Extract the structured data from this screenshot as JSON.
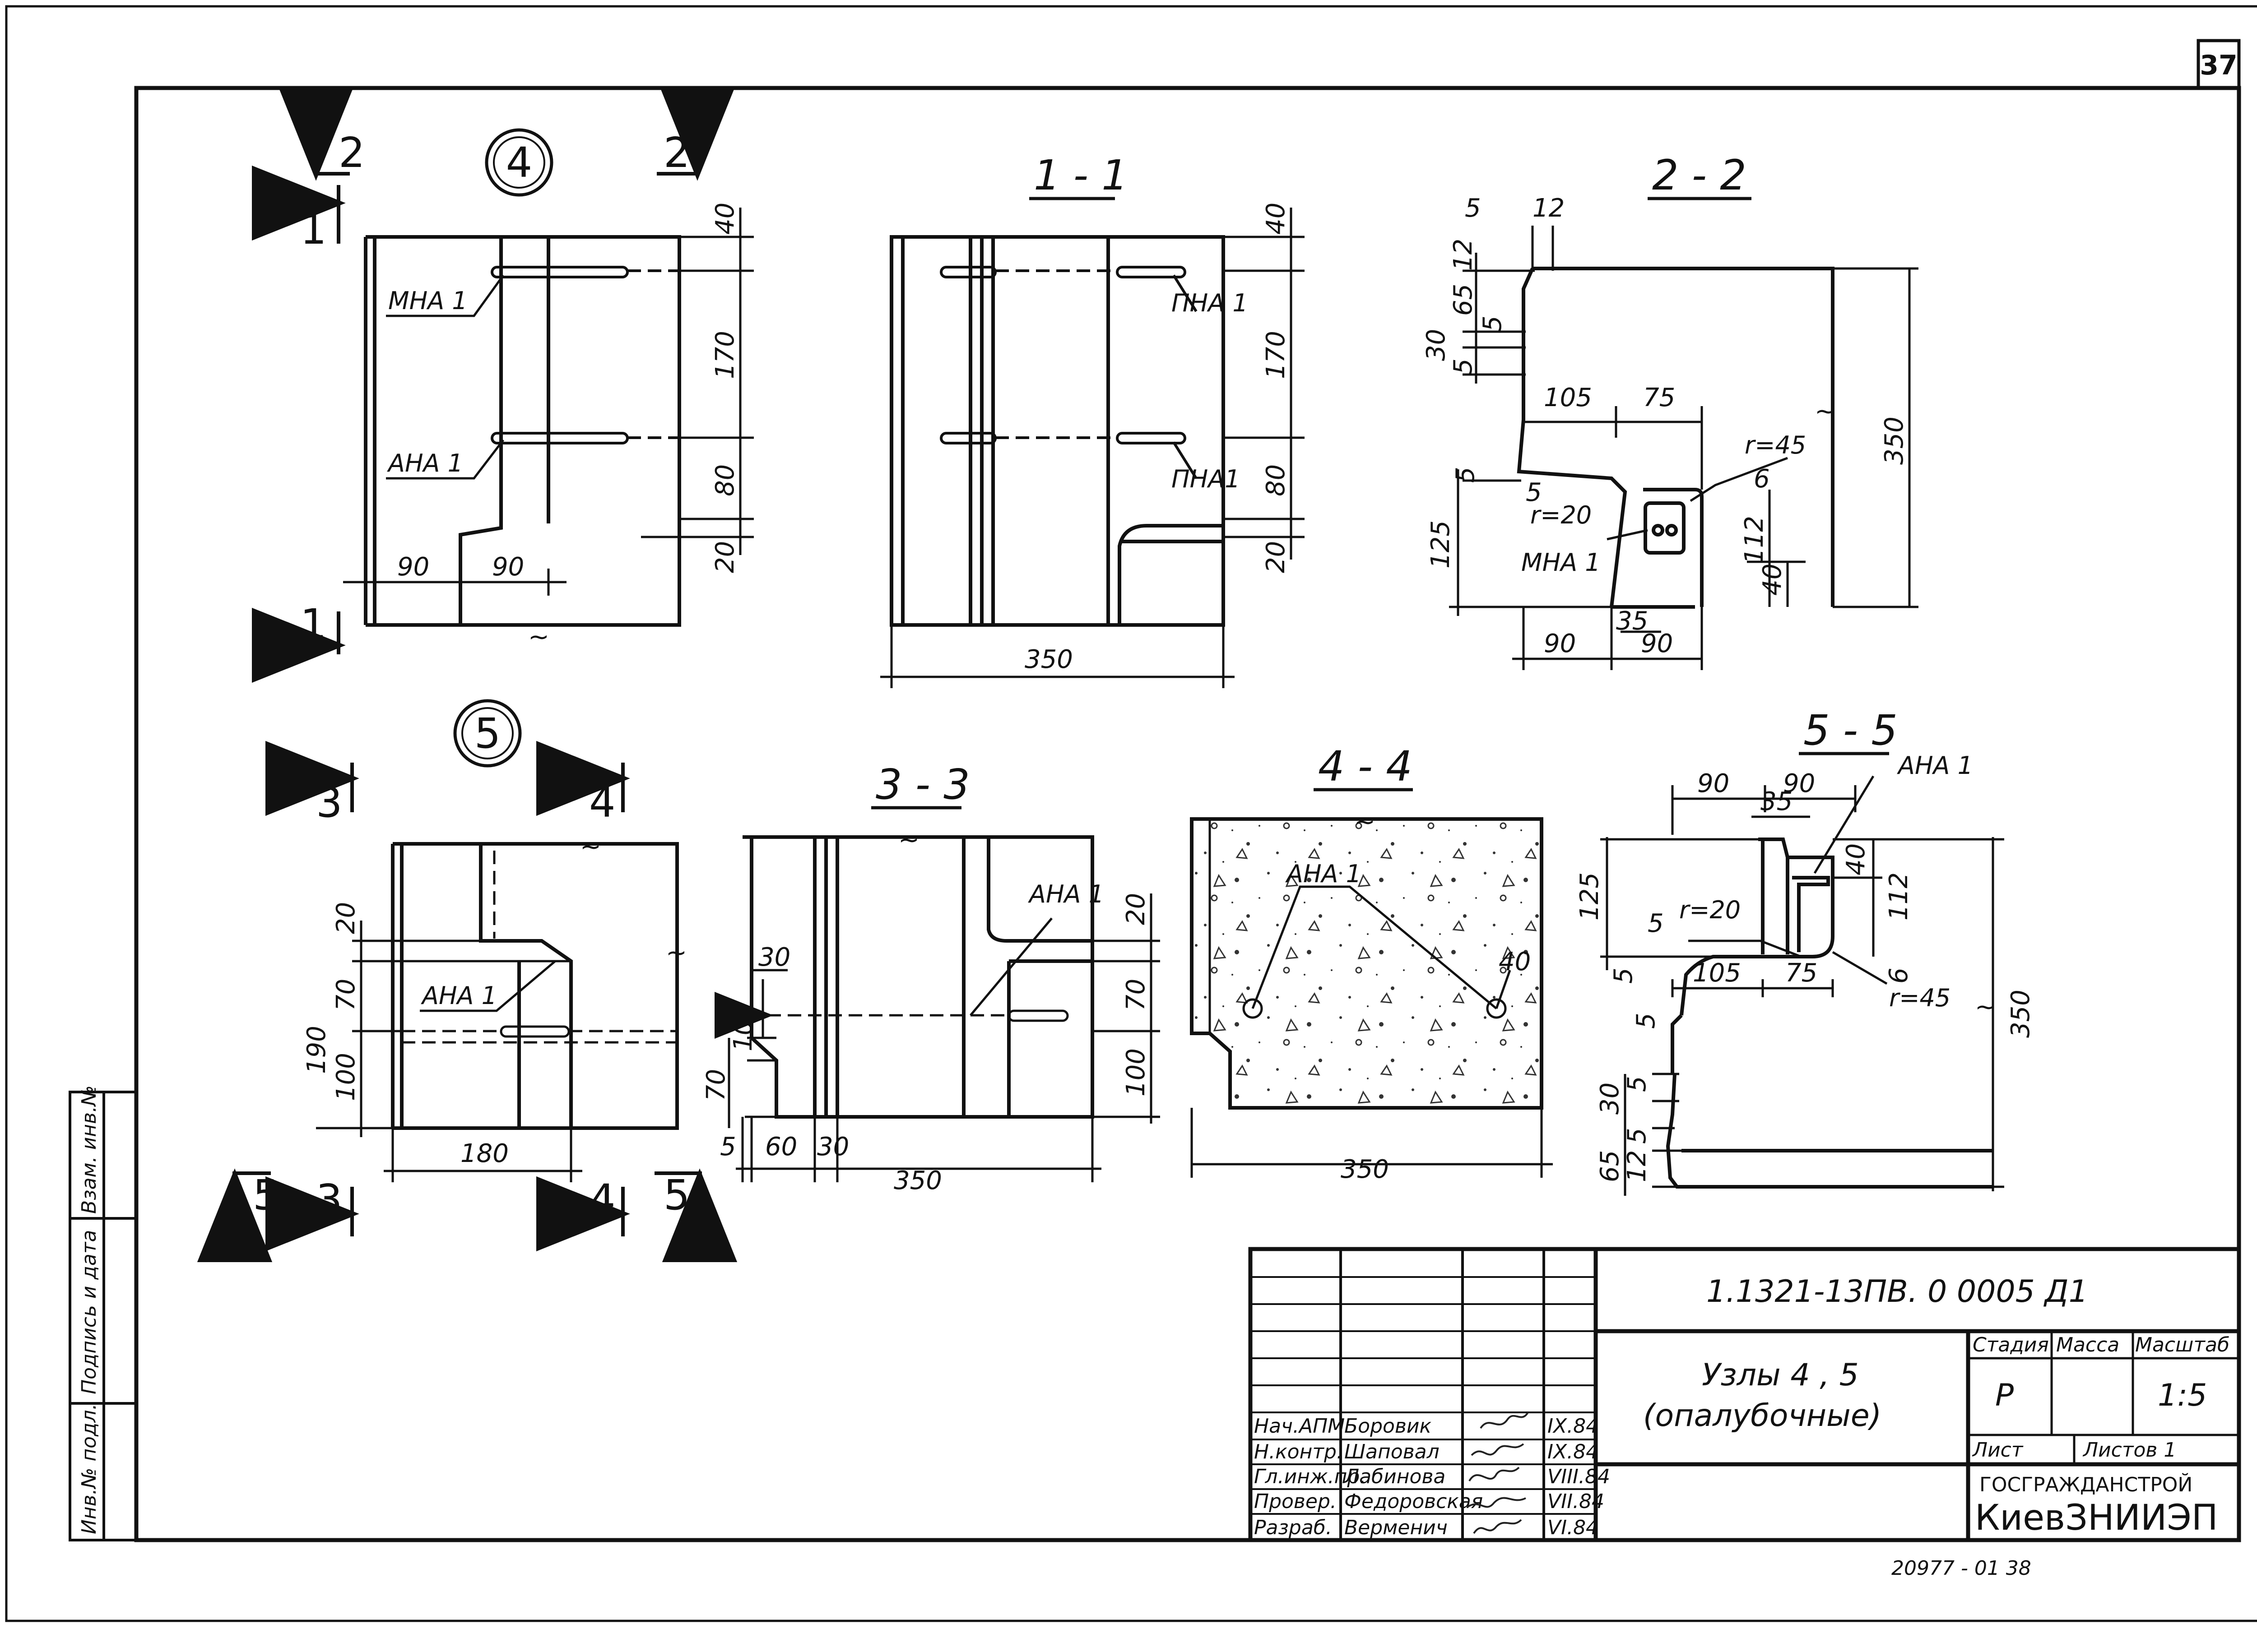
{
  "sheet": {
    "page_number": "37",
    "document_code": "1.1321-13ПВ. 0  0005 Д1",
    "title_line1": "Узлы 4 , 5",
    "title_line2": "(опалубочные)",
    "stage_header": "Стадия",
    "mass_header": "Масса",
    "scale_header": "Масштаб",
    "stage_value": "Р",
    "scale_value": "1:5",
    "sheet_label": "Лист",
    "sheets_label": "Листов 1",
    "org_line1": "ГОСГРАЖДАНСТРОЙ",
    "org_line2": "КиевЗНИИЭП",
    "archive_number": "20977 - 01   38"
  },
  "side_stamp": {
    "inv_orig": "Инв.№ подл.",
    "sign_date": "Подпись и дата",
    "vzam_inv": "Взам. инв.№"
  },
  "signatures": [
    {
      "role": "Нач.АПМ",
      "name": "Боровик",
      "date": "IX.84"
    },
    {
      "role": "Н.контр.",
      "name": "Шаповал",
      "date": "IX.84"
    },
    {
      "role": "Гл.инж.пр.",
      "name": "Лабинова",
      "date": "VIII.84"
    },
    {
      "role": "Провер.",
      "name": "Федоровская",
      "date": "VII.84"
    },
    {
      "role": "Разраб.",
      "name": "Верменич",
      "date": "VI.84"
    }
  ],
  "node4": {
    "label": "4",
    "cut1": "1",
    "cut2": "2",
    "rebar1": "МНА 1",
    "rebar2": "АНА 1",
    "dims": {
      "top": "40",
      "mid": "170",
      "low": "80",
      "bot": "20",
      "w1": "90",
      "w2": "90"
    }
  },
  "section_1_1": {
    "title": "1 - 1",
    "rebar1": "ПНА 1",
    "rebar2": "ПНА1",
    "dims": {
      "top": "40",
      "mid": "170",
      "low": "80",
      "bot": "20",
      "width": "350"
    }
  },
  "section_2_2": {
    "title": "2 - 2",
    "rebar": "МНА 1",
    "radius1": "r=45",
    "radius2": "r=20",
    "dims": {
      "d5a": "5",
      "d12": "12",
      "d65": "65",
      "d5b": "5",
      "d30": "30",
      "d5c": "5",
      "d105": "105",
      "d75": "75",
      "d5d": "5",
      "d5e": "5",
      "d125": "125",
      "d6": "6",
      "d112": "112",
      "d40": "40",
      "d350": "350",
      "d90a": "90",
      "d35": "35",
      "d90b": "90"
    }
  },
  "node5": {
    "label": "5",
    "cut3": "3",
    "cut4": "4",
    "cut5": "5",
    "rebar": "АНА 1",
    "dims": {
      "d20": "20",
      "d70": "70",
      "d190": "190",
      "d100": "100",
      "d180": "180"
    }
  },
  "section_3_3": {
    "title": "3 - 3",
    "rebar": "АНА 1",
    "dims": {
      "d30a": "30",
      "d10": "10",
      "d70a": "70",
      "d5": "5",
      "d60": "60",
      "d30b": "30",
      "d350": "350",
      "d20": "20",
      "d70b": "70",
      "d100": "100"
    }
  },
  "section_4_4": {
    "title": "4 - 4",
    "rebar": "АНА 1",
    "dims": {
      "d40": "40",
      "d350": "350"
    }
  },
  "section_5_5": {
    "title": "5 - 5",
    "rebar": "АНА 1",
    "radius1": "r=20",
    "radius2": "r=45",
    "dims": {
      "d90a": "90",
      "d90b": "90",
      "d35": "35",
      "d40": "40",
      "d125": "125",
      "d5a": "5",
      "d112": "112",
      "d5b": "5",
      "d105": "105",
      "d75": "75",
      "d6": "6",
      "d5c": "5",
      "d350": "350",
      "d30": "30",
      "d5d": "5",
      "d5e": "5",
      "d65": "65",
      "d12": "12"
    }
  }
}
